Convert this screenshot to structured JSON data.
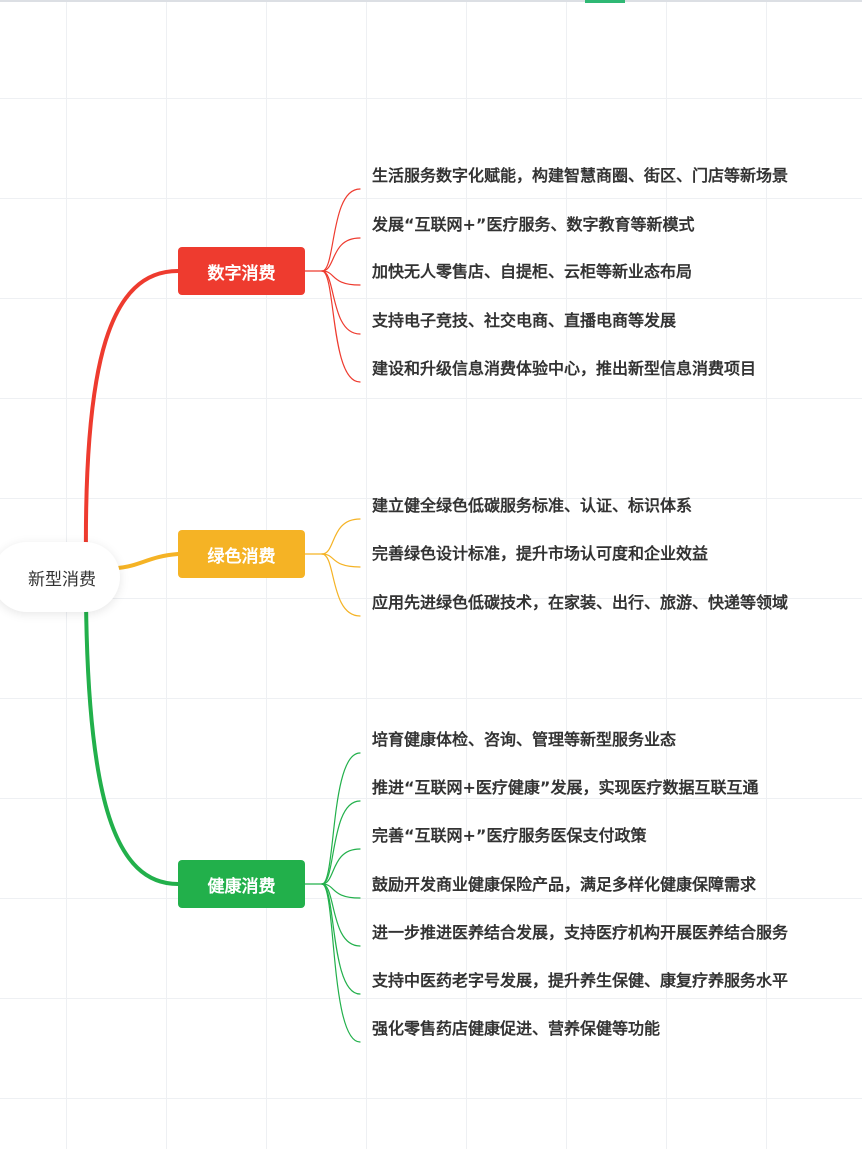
{
  "root": {
    "label": "新型消费"
  },
  "branches": [
    {
      "label": "数字消费",
      "color": "#ee3b2f",
      "items": [
        "生活服务数字化赋能，构建智慧商圈、街区、门店等新场景",
        "发展“互联网+”医疗服务、数字教育等新模式",
        "加快无人零售店、自提柜、云柜等新业态布局",
        "支持电子竞技、社交电商、直播电商等发展",
        "建设和升级信息消费体验中心，推出新型信息消费项目"
      ]
    },
    {
      "label": "绿色消费",
      "color": "#f5b325",
      "items": [
        "建立健全绿色低碳服务标准、认证、标识体系",
        "完善绿色设计标准，提升市场认可度和企业效益",
        "应用先进绿色低碳技术，在家装、出行、旅游、快递等领域"
      ]
    },
    {
      "label": "健康消费",
      "color": "#22b04b",
      "items": [
        "培育健康体检、咨询、管理等新型服务业态",
        "推进“互联网+医疗健康”发展，实现医疗数据互联互通",
        "完善“互联网+”医疗服务医保支付政策",
        "鼓励开发商业健康保险产品，满足多样化健康保障需求",
        "进一步推进医养结合发展，支持医疗机构开展医养结合服务",
        "支持中医药老字号发展，提升养生保健、康复疗养服务水平",
        "强化零售药店健康促进、营养保健等功能"
      ]
    }
  ]
}
